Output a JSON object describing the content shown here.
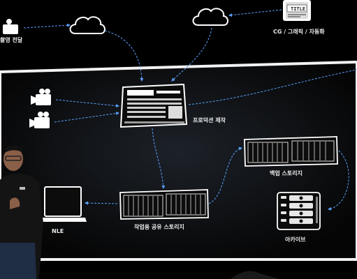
{
  "top": {
    "camera_label": "촬영 전달",
    "cg_label": "CG / 그래픽 / 자동화",
    "title_card_text": "TITLE"
  },
  "panel": {
    "production_label": "프로덕션 제작",
    "backup_storage_label": "백업 스토리지",
    "shared_storage_label": "작업용 공유 스토리지",
    "nle_label": "NLE",
    "archive_label": "아카이브"
  },
  "colors": {
    "background": "#000000",
    "panel_border": "#f2f2f2",
    "dashed_line": "#5aa0ff",
    "icon": "#ffffff"
  }
}
